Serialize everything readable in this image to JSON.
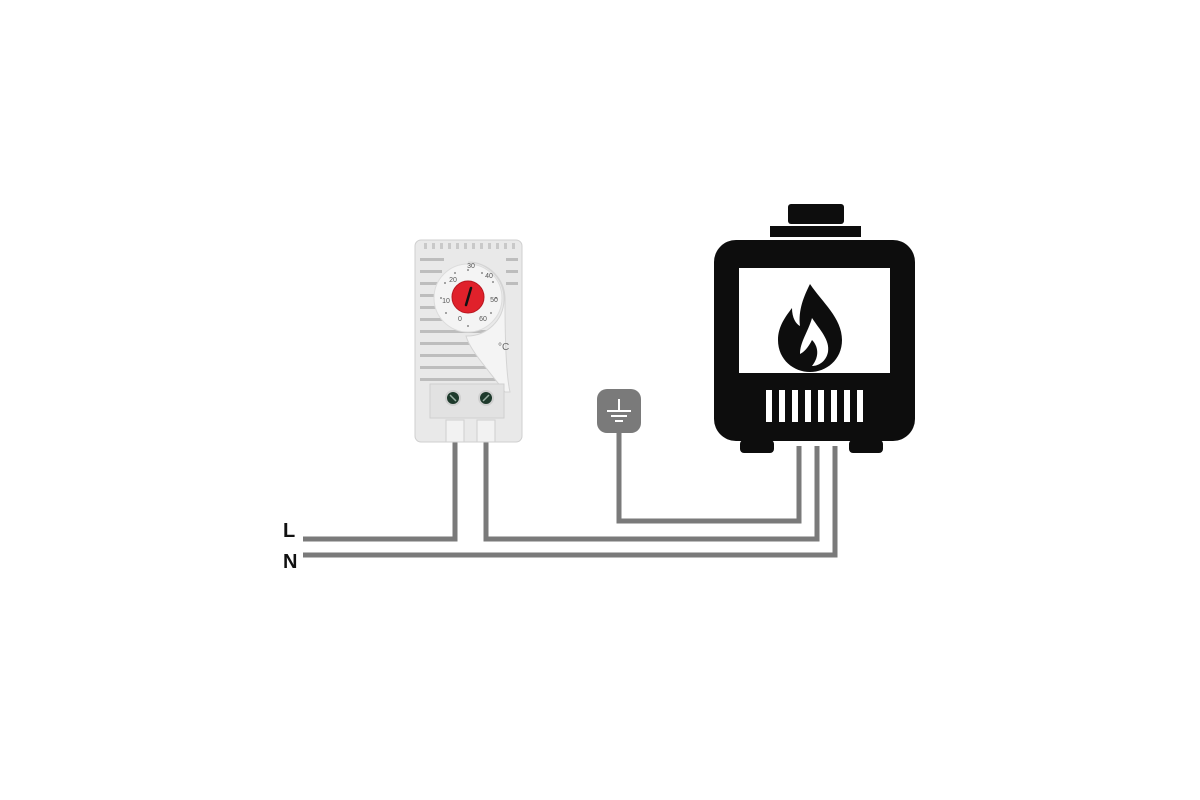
{
  "wiring": {
    "line_label": "L",
    "neutral_label": "N"
  },
  "thermostat": {
    "dial_scale": [
      "30",
      "40",
      "50",
      "60",
      "0",
      "10",
      "20"
    ],
    "unit": "°C"
  },
  "icons": {
    "ground": "ground-symbol-icon",
    "heater": "heater-icon",
    "flame": "flame-icon"
  },
  "colors": {
    "wire": "#7a7a7a",
    "dial": "#e0212b",
    "housing": "#e9e9e9",
    "heater": "#0d0d0d"
  }
}
